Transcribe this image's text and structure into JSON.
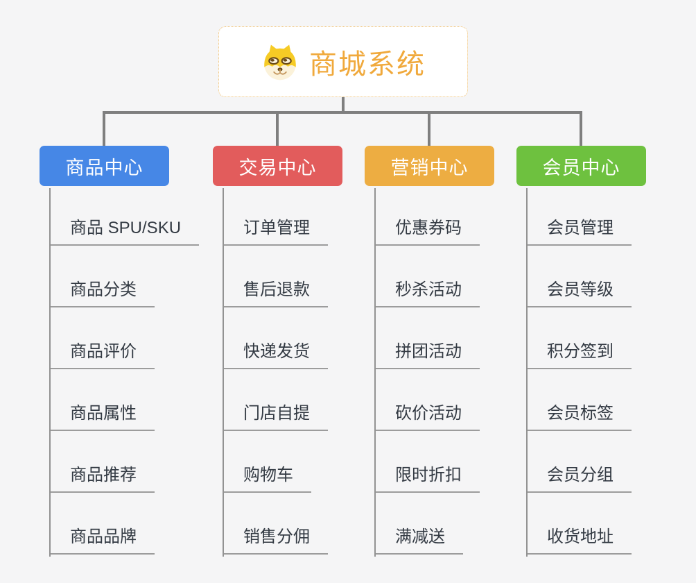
{
  "root": {
    "title": "商城系统",
    "icon": "shiba-dog-icon"
  },
  "branches": [
    {
      "label": "商品中心",
      "color": "#4687E6",
      "items": [
        "商品 SPU/SKU",
        "商品分类",
        "商品评价",
        "商品属性",
        "商品推荐",
        "商品品牌"
      ]
    },
    {
      "label": "交易中心",
      "color": "#E25C5C",
      "items": [
        "订单管理",
        "售后退款",
        "快递发货",
        "门店自提",
        "购物车",
        "销售分佣"
      ]
    },
    {
      "label": "营销中心",
      "color": "#EDAD42",
      "items": [
        "优惠券码",
        "秒杀活动",
        "拼团活动",
        "砍价活动",
        "限时折扣",
        "满减送"
      ]
    },
    {
      "label": "会员中心",
      "color": "#6EC13F",
      "items": [
        "会员管理",
        "会员等级",
        "积分签到",
        "会员标签",
        "会员分组",
        "收货地址"
      ]
    }
  ],
  "colors": {
    "background": "#F5F5F6",
    "root_border": "#F0C173",
    "root_title": "#F0A93C",
    "connector": "#7F7F7F",
    "leaf_line": "#9C9C9C",
    "leaf_text": "#333A43"
  }
}
